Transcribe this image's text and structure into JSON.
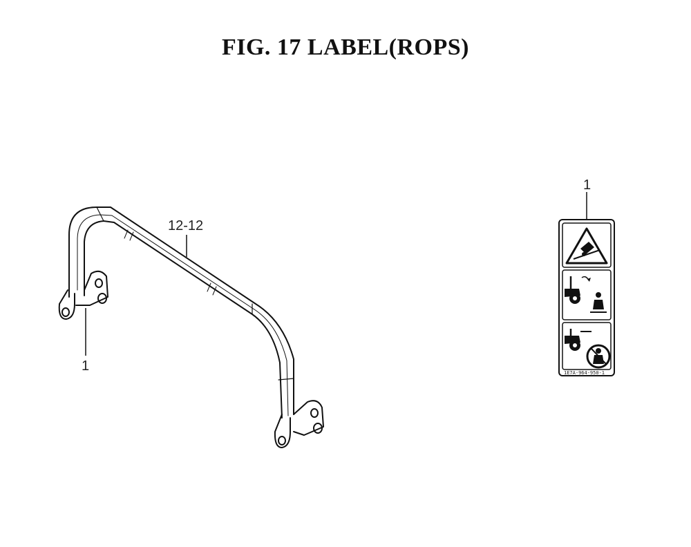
{
  "figure": {
    "title": "FIG. 17  LABEL(ROPS)"
  },
  "callouts": {
    "rops_bar": "12-12",
    "rops_label_position": "1",
    "decal_detail": "1"
  },
  "decal": {
    "part_number": "1E7A-964-950-1",
    "panels": [
      "rollover-warning-icon",
      "rops-upright-seated-operator-icon",
      "seatbelt-operator-icon"
    ]
  }
}
